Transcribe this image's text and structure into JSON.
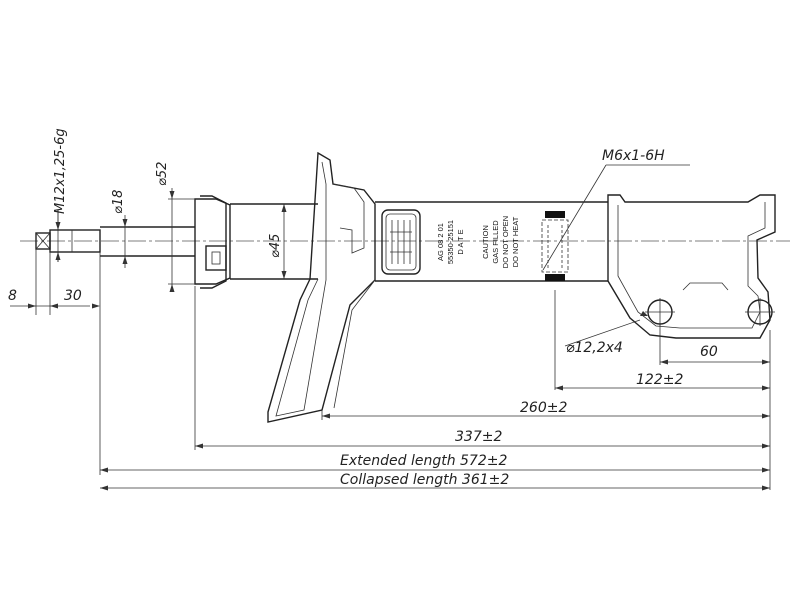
{
  "dimensions": {
    "thread_top": "M12x1,25-6g",
    "diameter_rod": "⌀18",
    "diameter_body": "⌀52",
    "diameter_tube": "⌀45",
    "thread_side": "M6x1-6H",
    "hole": "⌀12,2x4",
    "offset_8": "8",
    "offset_30": "30",
    "d_60": "60",
    "d_122": "122±2",
    "d_260": "260±2",
    "d_337": "337±2",
    "extended": "Extended length 572±2",
    "collapsed": "Collapsed length 361±2"
  },
  "body_label": {
    "line1": "AG 08 2 01",
    "line2": "55350-25151",
    "line3": "D A T E",
    "caution1": "CAUTION",
    "caution2": "GAS FILLED",
    "caution3": "DO NOT OPEN",
    "caution4": "DO NOT HEAT"
  }
}
